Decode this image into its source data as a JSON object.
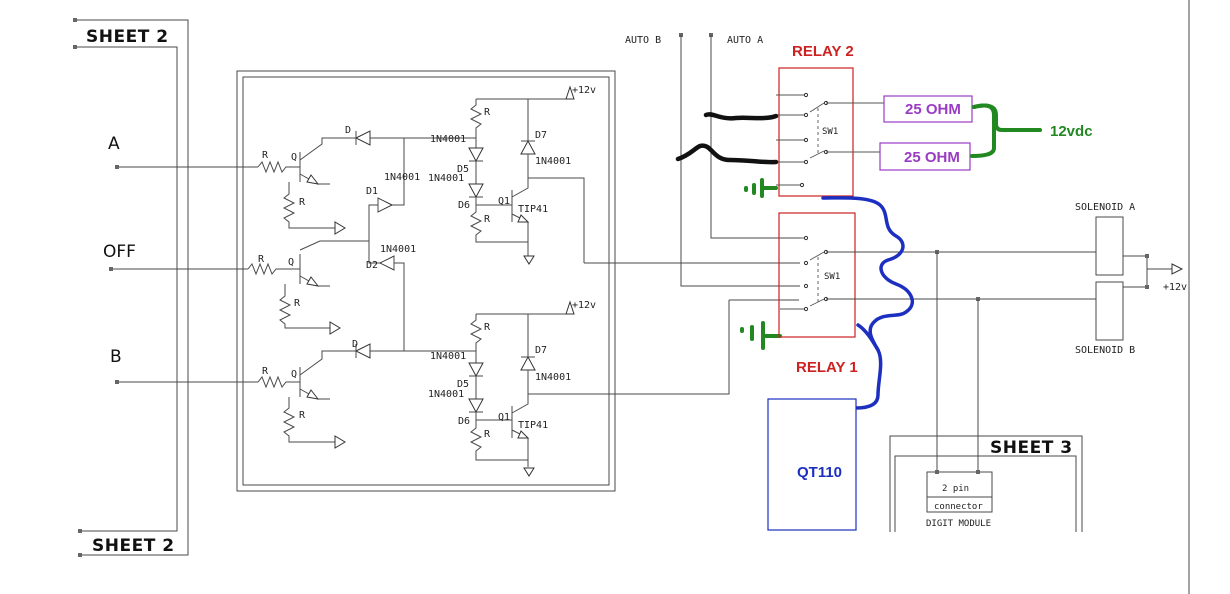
{
  "labels": {
    "sheet2_top": "SHEET 2",
    "sheet2_bottom": "SHEET 2",
    "sheet3": "SHEET 3",
    "input_a": "A",
    "input_off": "OFF",
    "input_b": "B",
    "auto_b": "AUTO B",
    "auto_a": "AUTO A",
    "relay2": "RELAY 2",
    "relay1": "RELAY 1",
    "sw1": "SW1",
    "res_25ohm": "25 OHM",
    "vdc": "12vdc",
    "solenoid_a": "SOLENOID A",
    "solenoid_b": "SOLENOID B",
    "plus12": "+12v",
    "qt110": "QT110",
    "pin_conn_1": "2 pin",
    "pin_conn_2": "connector",
    "digit_module": "DIGIT MODULE",
    "r": "R",
    "q": "Q",
    "d": "D",
    "d1": "D1",
    "d2": "D2",
    "d5": "D5",
    "d6": "D6",
    "d7": "D7",
    "q1": "Q1",
    "diode_part": "1N4001",
    "tip41": "TIP41"
  },
  "colors": {
    "relay": "#cc2222",
    "resistor_box": "#9a3bc4",
    "ground_supply": "#228822",
    "qt110_wiring": "#1c2fc0",
    "heavy_wire": "#111111"
  }
}
